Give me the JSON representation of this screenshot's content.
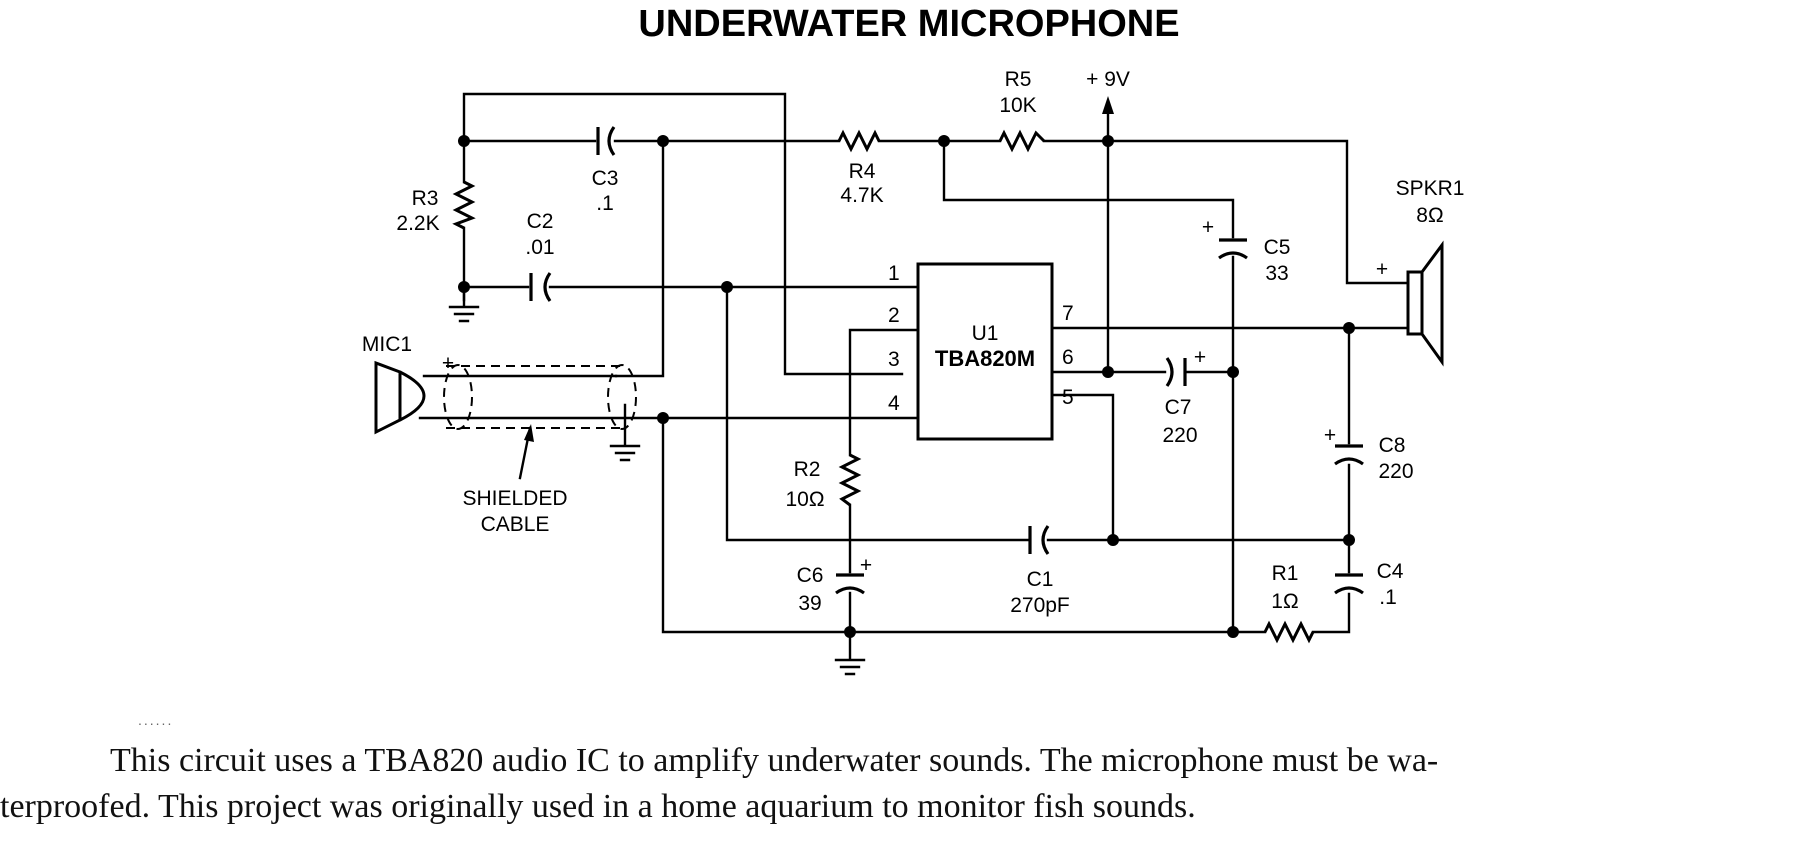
{
  "title": "UNDERWATER MICROPHONE",
  "components": {
    "r5": {
      "ref": "R5",
      "value": "10K"
    },
    "supply": "+ 9V",
    "r3": {
      "ref": "R3",
      "value": "2.2K"
    },
    "c3": {
      "ref": "C3",
      "value": ".1"
    },
    "r4": {
      "ref": "R4",
      "value": "4.7K"
    },
    "spkr1": {
      "ref": "SPKR1",
      "value": "8Ω"
    },
    "c2": {
      "ref": "C2",
      "value": ".01"
    },
    "c5": {
      "ref": "C5",
      "value": "33"
    },
    "u1": {
      "ref": "U1",
      "value": "TBA820M"
    },
    "mic1": {
      "ref": "MIC1"
    },
    "c7": {
      "ref": "C7",
      "value": "220"
    },
    "c8": {
      "ref": "C8",
      "value": "220"
    },
    "r2": {
      "ref": "R2",
      "value": "10Ω"
    },
    "cable": {
      "line1": "SHIELDED",
      "line2": "CABLE"
    },
    "c6": {
      "ref": "C6",
      "value": "39"
    },
    "c1": {
      "ref": "C1",
      "value": "270pF"
    },
    "r1": {
      "ref": "R1",
      "value": "1Ω"
    },
    "c4": {
      "ref": "C4",
      "value": ".1"
    }
  },
  "pins": {
    "p1": "1",
    "p2": "2",
    "p3": "3",
    "p4": "4",
    "p5": "5",
    "p6": "6",
    "p7": "7"
  },
  "plus": "+",
  "cut_text": "......",
  "caption": {
    "line1": "This circuit uses a TBA820 audio IC to amplify underwater sounds. The microphone must be wa-",
    "line2": "terproofed. This project was originally used in a home aquarium to monitor fish sounds."
  }
}
